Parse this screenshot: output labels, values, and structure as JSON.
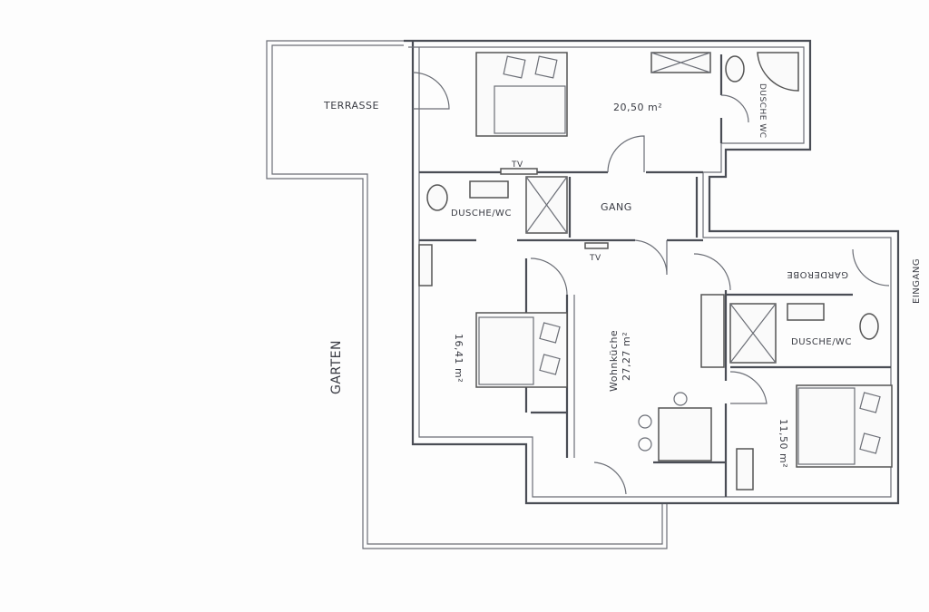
{
  "plan": {
    "labels": {
      "terrace": "TERRASSE",
      "garden": "GARTEN",
      "bedroom_top_area": "20,50 m²",
      "shower_wc_top": "DUSCHE WC",
      "tv_top": "TV",
      "shower_wc_middle": "DUSCHE/WC",
      "hallway": "GANG",
      "tv_middle": "TV",
      "wardrobe": "GARDEROBE",
      "entrance": "EINGANG",
      "bedroom_left_area": "16,41 m²",
      "living_kitchen": "Wohnküche",
      "living_kitchen_area": "27,27 m²",
      "shower_wc_right": "DUSCHE/WC",
      "bedroom_right_area": "11,50 m²"
    },
    "colors": {
      "wall": "#4a4d55",
      "paper": "#fdfdfd"
    }
  }
}
